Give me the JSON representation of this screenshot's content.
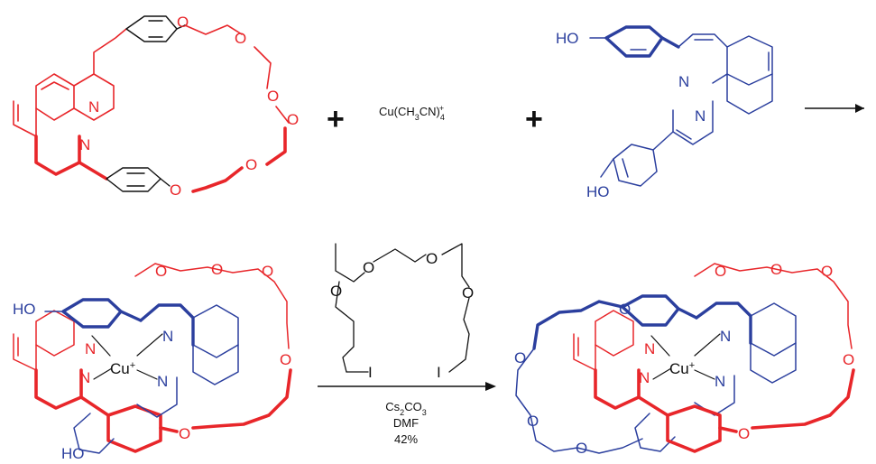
{
  "colors": {
    "macrocycle": "#e8262a",
    "thread": "#2b3f9e",
    "ink": "#111111",
    "background": "#ffffff"
  },
  "atoms": {
    "oxygen": "O",
    "nitrogen": "N",
    "hydroxyl": "HO",
    "iodine": "I",
    "copper": "Cu",
    "copper_charge": "+"
  },
  "reactants": {
    "plus_sign": "+",
    "copper_reagent": {
      "base": "Cu(CH",
      "sub1": "3",
      "mid": "CN)",
      "sub2": "4",
      "charge": "+"
    }
  },
  "conditions": {
    "base": {
      "main": "Cs",
      "sub1": "2",
      "mid": "CO",
      "sub2": "3"
    },
    "solvent": "DMF",
    "yield": "42%"
  },
  "icons": {
    "top_arrow": "reaction-arrow-icon",
    "bottom_arrow": "reaction-arrow-icon"
  }
}
